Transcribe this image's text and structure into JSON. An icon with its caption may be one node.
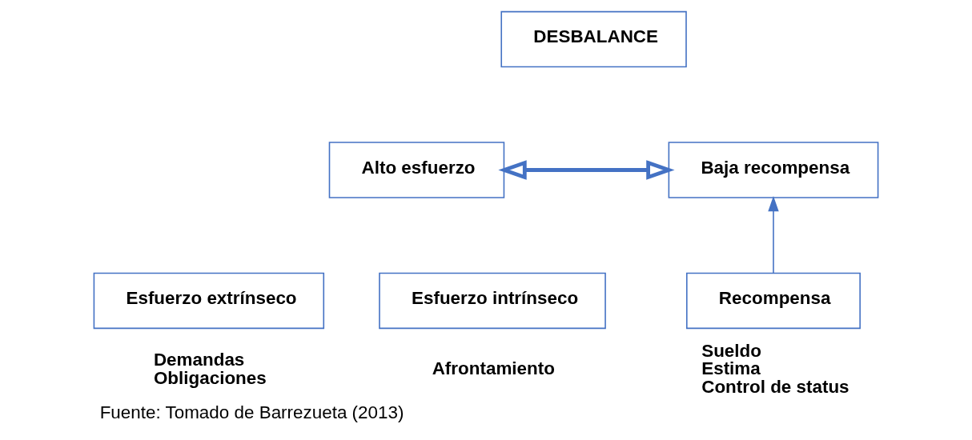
{
  "diagram": {
    "caption": "Fuente: Tomado de Barrezueta (2013)",
    "nodes": [
      {
        "text": [
          "DESBALANCE"
        ]
      },
      {
        "text": [
          "Alto esfuerzo"
        ]
      },
      {
        "text": [
          "Baja recompensa"
        ]
      },
      {
        "text": [
          "Esfuerzo extrínseco"
        ],
        "beside": [
          "Demandas",
          "Obligaciones"
        ]
      },
      {
        "text": [
          "Esfuerzo intrínseco"
        ],
        "beside": [
          "Afrontamiento"
        ]
      },
      {
        "text": [
          "Recompensa"
        ],
        "beside": [
          "Sueldo",
          "Estima",
          "Control de status"
        ]
      }
    ],
    "edges": [
      {
        "from": 1,
        "to": 2,
        "arrow": "both",
        "style": "thick"
      },
      {
        "from": 5,
        "to": 2,
        "arrow": "to"
      }
    ]
  }
}
